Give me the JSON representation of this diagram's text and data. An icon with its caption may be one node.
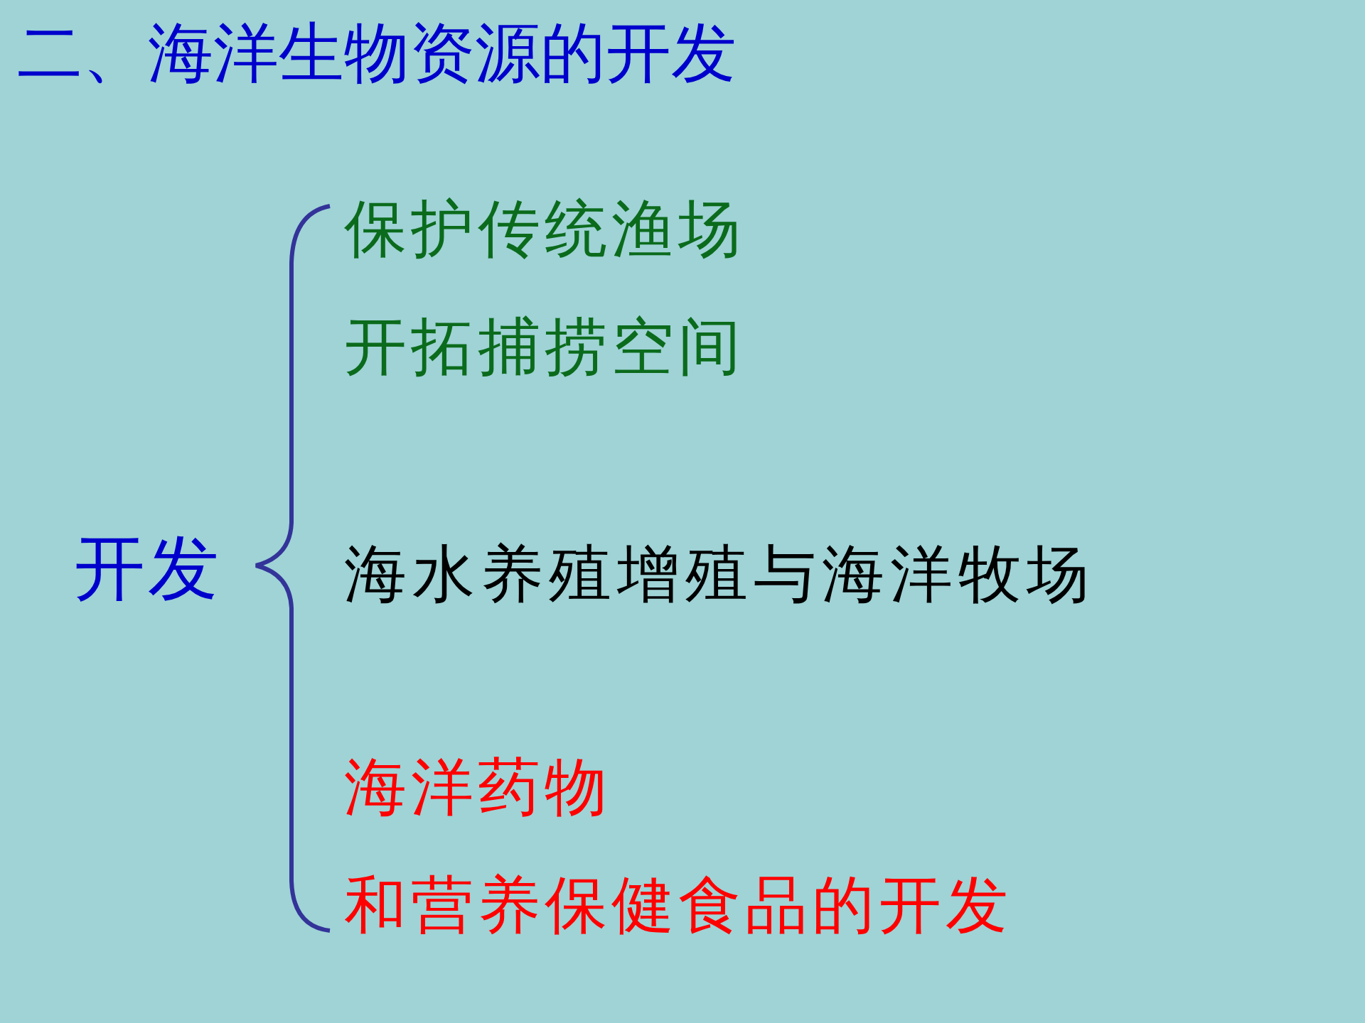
{
  "diagram": {
    "title": "二、海洋生物资源的开发",
    "labels": [
      "开发",
      "保护传统渔场",
      "开拓捕捞空间",
      "海水养殖增殖与海洋牧场",
      "海洋药物",
      "和营养保健食品的开发"
    ]
  }
}
